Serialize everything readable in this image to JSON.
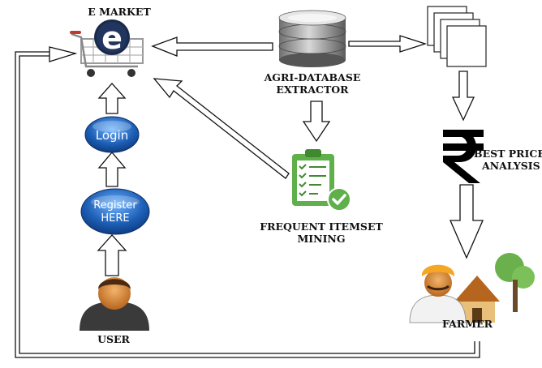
{
  "labels": {
    "emarket": "E MARKET",
    "db_line1": "AGRI-DATABASE",
    "db_line2": "EXTRACTOR",
    "best_line1": "BEST PRICE",
    "best_line2": "ANALYSIS",
    "fim_line1": "FREQUENT ITEMSET",
    "fim_line2": "MINING",
    "user": "USER",
    "farmer": "FARMER"
  },
  "buttons": {
    "login": "Login",
    "register_line1": "Register",
    "register_line2": "HERE"
  },
  "icons": {
    "emarket": "shopping-cart-e-icon",
    "database": "database-cylinder-icon",
    "documents": "document-stack-icon",
    "rupee": "rupee-icon",
    "checklist": "clipboard-checklist-icon",
    "user": "user-avatar-icon",
    "farmer": "farmer-village-icon"
  },
  "colors": {
    "button_blue": "#1d5fb6",
    "checklist_green": "#5fb04a",
    "arrow_stroke": "#111111"
  }
}
